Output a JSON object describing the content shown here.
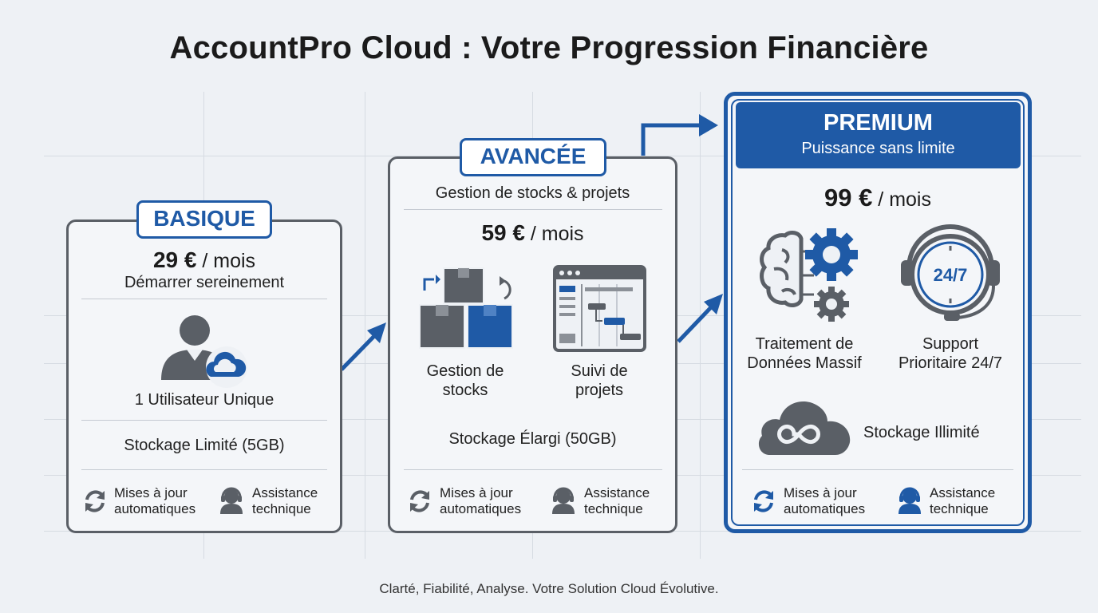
{
  "title": "AccountPro Cloud : Votre Progression Financière",
  "footer": "Clarté, Fiabilité, Analyse. Votre Solution Cloud Évolutive.",
  "colors": {
    "accent": "#1f5aa6",
    "border": "#5a5f66",
    "icon_gray": "#5a5f66"
  },
  "basique": {
    "badge": "BASIQUE",
    "price": "29 €",
    "unit": " / mois",
    "tagline": "Démarrer sereinement",
    "icon": "user-cloud-icon",
    "user": "1 Utilisateur Unique",
    "storage": "Stockage Limité (5GB)",
    "updates_line1": "Mises à jour",
    "updates_line2": "automatiques",
    "support_line1": "Assistance",
    "support_line2": "technique"
  },
  "avancee": {
    "badge": "AVANCÉE",
    "subtitle": "Gestion de stocks & projets",
    "price": "59 €",
    "unit": " / mois",
    "stock_line1": "Gestion de",
    "stock_line2": "stocks",
    "project_line1": "Suivi de",
    "project_line2": "projets",
    "storage": "Stockage Élargi (50GB)",
    "updates_line1": "Mises à jour",
    "updates_line2": "automatiques",
    "support_line1": "Assistance",
    "support_line2": "technique"
  },
  "premium": {
    "badge": "PREMIUM",
    "subtitle": "Puissance sans limite",
    "price": "99 €",
    "unit": " / mois",
    "data_line1": "Traitement de",
    "data_line2": "Données Massif",
    "support247_line1": "Support",
    "support247_line2": "Prioritaire 24/7",
    "clock_label": "24/7",
    "storage": "Stockage Illimité",
    "updates_line1": "Mises à jour",
    "updates_line2": "automatiques",
    "support_line1": "Assistance",
    "support_line2": "technique"
  }
}
